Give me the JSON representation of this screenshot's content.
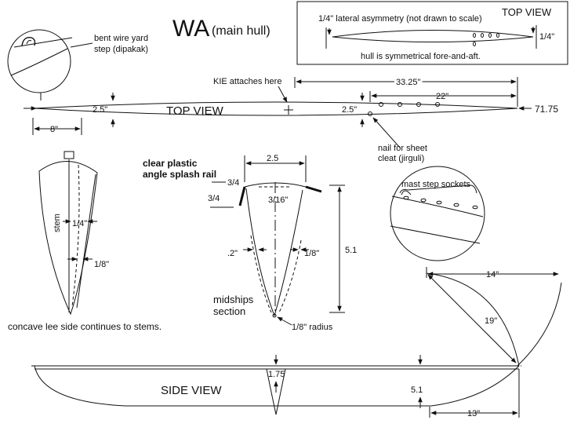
{
  "title": {
    "main": "WA",
    "sub": "(main hull)"
  },
  "inset_top_view": {
    "heading": "TOP VIEW",
    "asymmetry_left": "1/4\" lateral asymmetry (not drawn to scale)",
    "asymmetry_right": "1/4\"",
    "note": "hull is symmetrical fore-and-aft."
  },
  "detail_yard_step": {
    "label_line1": "bent wire yard",
    "label_line2": "step (dipakak)"
  },
  "top_view": {
    "label": "TOP VIEW",
    "kie_label": "KIE attaches here",
    "width_left": "2.5\"",
    "width_right": "2.5\"",
    "dim_overall_right": "33.25\"",
    "dim_inner_right": "22\"",
    "dim_length": "71.75",
    "dim_left": "8\"",
    "nail_line1": "nail for sheet",
    "nail_line2": "cleat (jirguli)"
  },
  "end_view": {
    "stem_label": "stem",
    "dim_a": "1/4\"",
    "dim_b": "1/8\"",
    "caption": "concave lee side continues to stems."
  },
  "midships": {
    "rail_line1": "clear plastic",
    "rail_line2": "angle splash rail",
    "dim_top": "2.5",
    "dim_34a": "3/4",
    "dim_34b": "3/4",
    "dim_316": "3/16\"",
    "dim_height": "5.1",
    "dim_2": ".2\"",
    "dim_18": "1/8\"",
    "radius": "1/8\" radius",
    "caption_line1": "midships",
    "caption_line2": "section"
  },
  "detail_mast": {
    "label": "mast step sockets"
  },
  "side_view": {
    "label": "SIDE VIEW",
    "dim_depth_mid": "1.75",
    "dim_depth_end": "5.1",
    "dim_bottom": "13\"",
    "dim_top": "14\"",
    "dim_curve": "19\""
  }
}
